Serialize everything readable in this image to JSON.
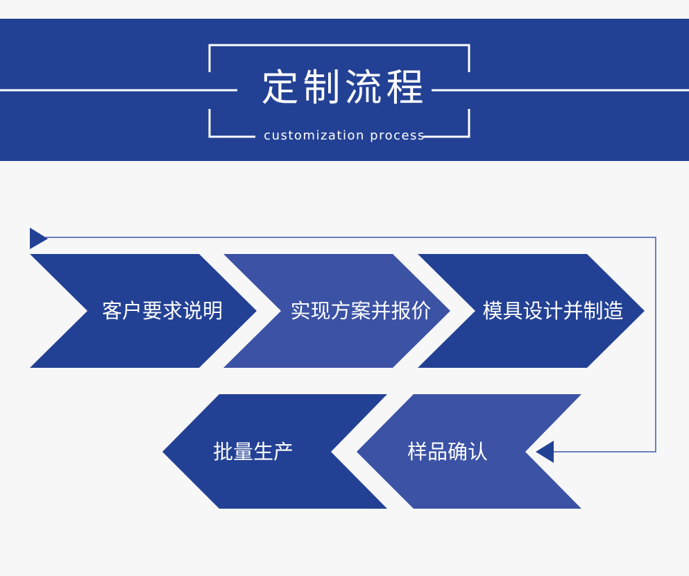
{
  "header": {
    "title": "定制流程",
    "subtitle": "customization process"
  },
  "steps": [
    {
      "label": "客户要求说明",
      "color": "#234194"
    },
    {
      "label": "实现方案并报价",
      "color": "#3b52a5"
    },
    {
      "label": "模具设计并制造",
      "color": "#234194"
    },
    {
      "label": "样品确认",
      "color": "#3b52a5"
    },
    {
      "label": "批量生产",
      "color": "#234194"
    }
  ],
  "colors": {
    "primary": "#234194",
    "secondary": "#3b52a5",
    "line": "#3d55a6",
    "background": "#f7f7f8"
  }
}
